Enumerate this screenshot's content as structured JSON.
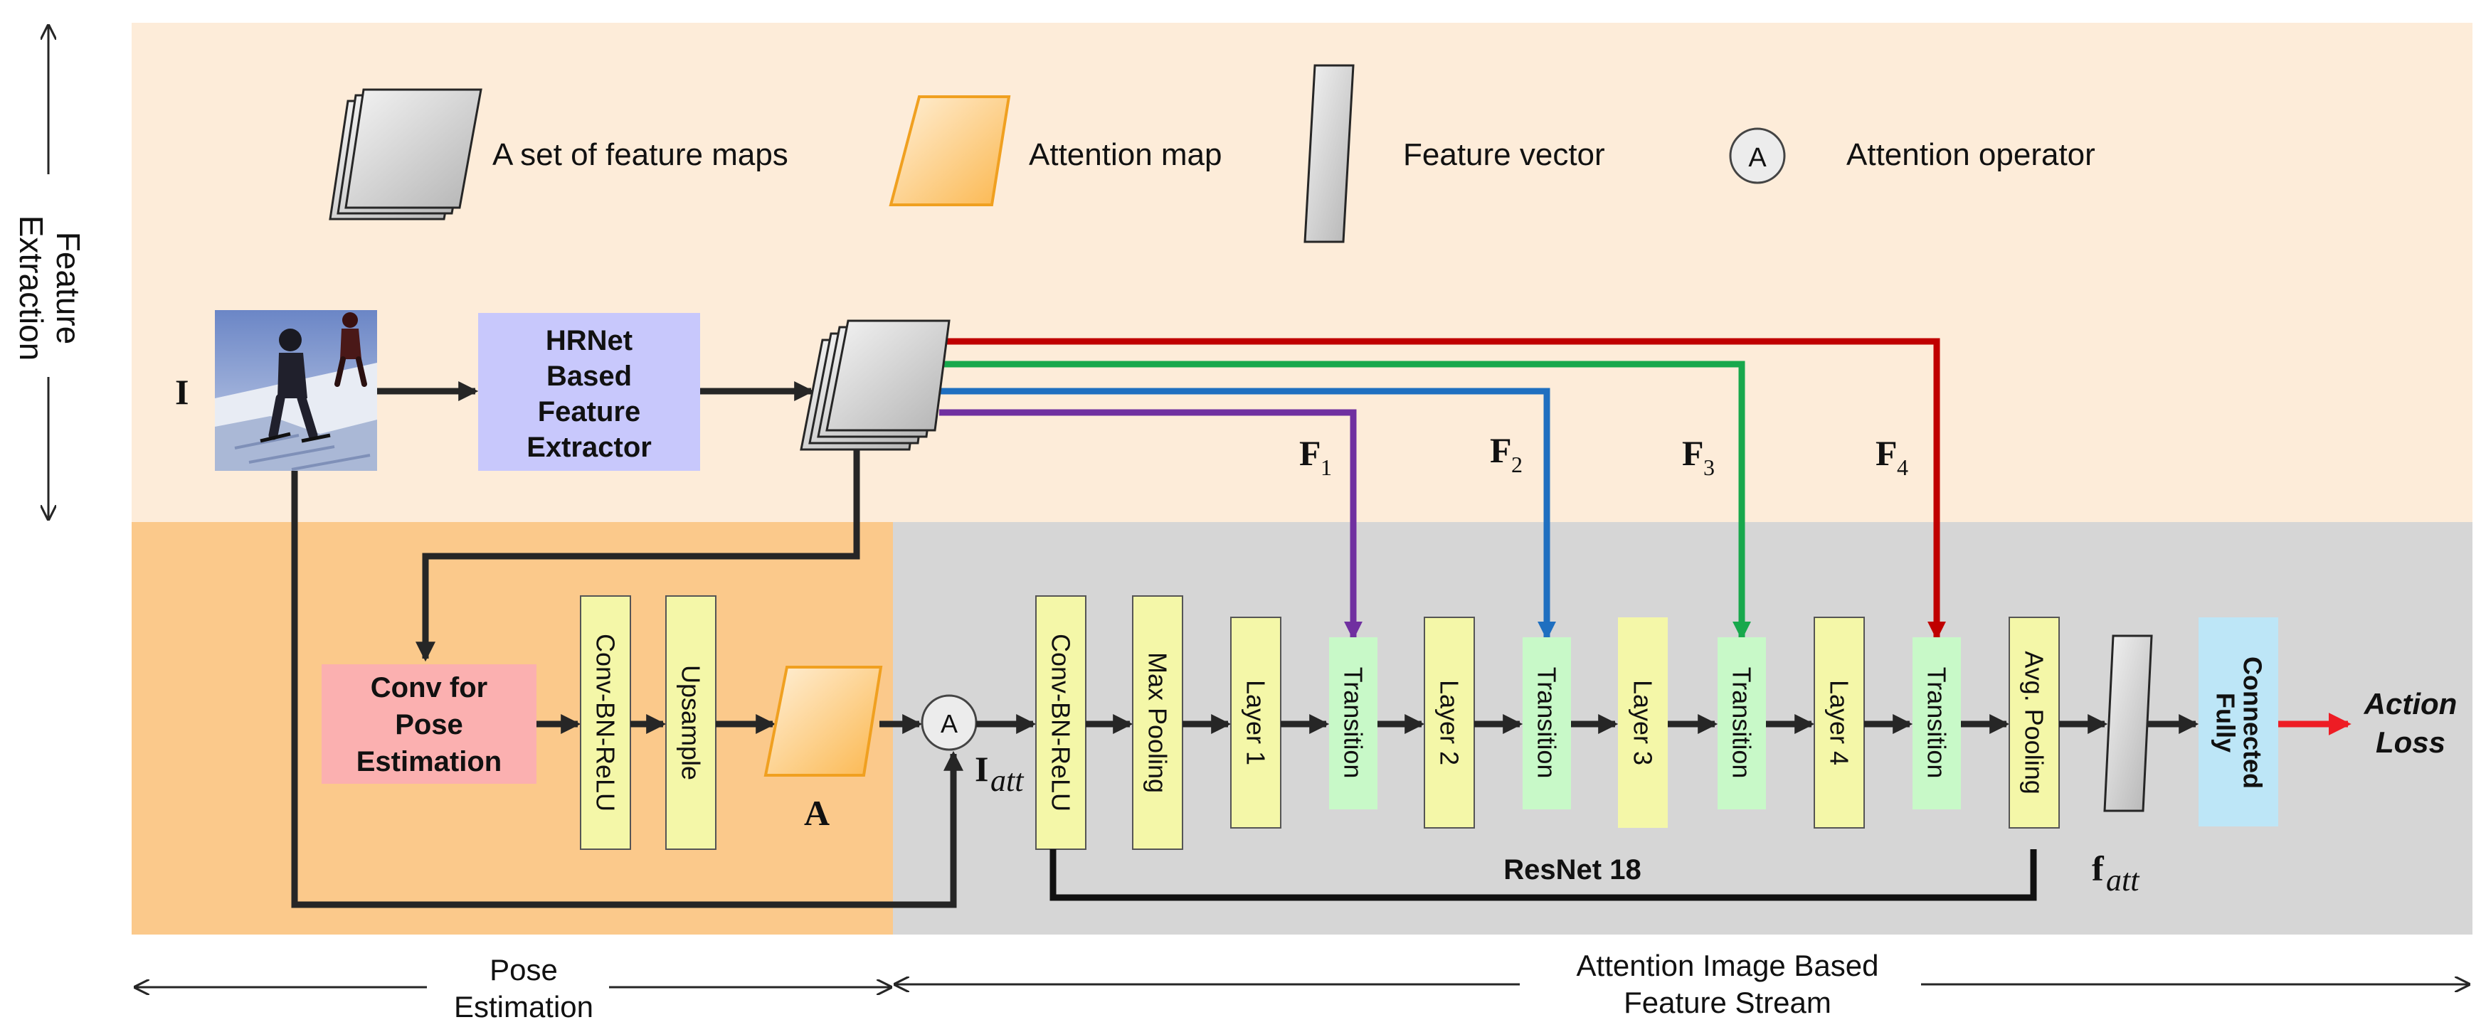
{
  "legend": {
    "feature_maps": "A set of feature maps",
    "attention_map": "Attention map",
    "feature_vector": "Feature vector",
    "attention_operator_symbol": "A",
    "attention_operator": "Attention operator"
  },
  "side_label": {
    "line1": "Feature",
    "line2": "Extraction"
  },
  "input": {
    "symbol": "I"
  },
  "hrnet": {
    "line1": "HRNet",
    "line2": "Based",
    "line3": "Feature",
    "line4": "Extractor"
  },
  "features": {
    "f1": "F",
    "f1_sub": "1",
    "f2": "F",
    "f2_sub": "2",
    "f3": "F",
    "f3_sub": "3",
    "f4": "F",
    "f4_sub": "4"
  },
  "pose": {
    "conv_line1": "Conv for",
    "conv_line2": "Pose",
    "conv_line3": "Estimation",
    "cbr": "Conv-BN-ReLU",
    "upsample": "Upsample",
    "attention_symbol": "A"
  },
  "operator": {
    "symbol": "A",
    "i_att_main": "I",
    "i_att_sub": "att"
  },
  "resnet": {
    "cbr": "Conv-BN-ReLU",
    "maxpool": "Max Pooling",
    "layer1": "Layer 1",
    "transition1": "Transition",
    "layer2": "Layer 2",
    "transition2": "Transition",
    "layer3": "Layer 3",
    "transition3": "Transition",
    "layer4": "Layer 4",
    "transition4": "Transition",
    "avgpool": "Avg. Pooling",
    "name": "ResNet 18"
  },
  "output": {
    "f_att_main": "f",
    "f_att_sub": "att",
    "fc_line1": "Fully",
    "fc_line2": "Connected",
    "loss_line1": "Action",
    "loss_line2": "Loss"
  },
  "bottom": {
    "pose_line1": "Pose",
    "pose_line2": "Estimation",
    "stream_line1": "Attention Image Based",
    "stream_line2": "Feature Stream"
  },
  "colors": {
    "extraction_bg": "#fdecd9",
    "pose_bg": "#fbc98b",
    "stream_bg": "#d6d6d6",
    "hrnet_fill": "#c8c8fc",
    "conv_pose_fill": "#fbb0b0",
    "yellow_block": "#f4f7a8",
    "transition_fill": "#c8f9c8",
    "fc_fill": "#bde6f7",
    "f1": "#7030a0",
    "f2": "#1f6fc0",
    "f3": "#18a84c",
    "f4": "#c00000",
    "loss_arrow": "#ee1c24"
  }
}
